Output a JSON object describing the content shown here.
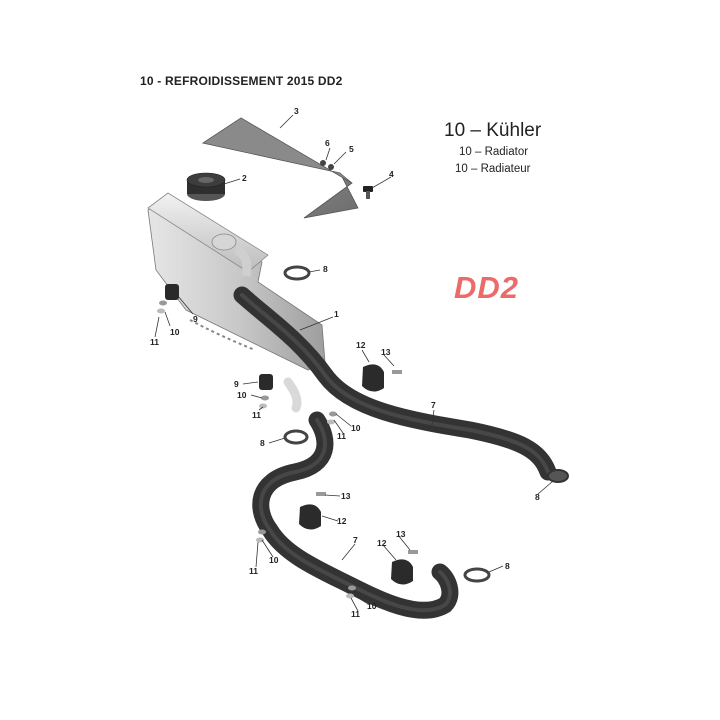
{
  "header": {
    "section_title": "10 - REFROIDISSEMENT 2015 DD2"
  },
  "title_block": {
    "title_de": "10 – Kühler",
    "title_en": "10 – Radiator",
    "title_fr": "10 – Radiateur"
  },
  "brand_mark": "DD2",
  "callouts": {
    "c1": "1",
    "c2": "2",
    "c3": "3",
    "c4": "4",
    "c5": "5",
    "c6": "6",
    "c7a": "7",
    "c7b": "7",
    "c8a": "8",
    "c8b": "8",
    "c8c": "8",
    "c8d": "8",
    "c9a": "9",
    "c9b": "9",
    "c10a": "10",
    "c10b": "10",
    "c10c": "10",
    "c10d": "10",
    "c10e": "10",
    "c11a": "11",
    "c11b": "11",
    "c11c": "11",
    "c11d": "11",
    "c11e": "11",
    "c12a": "12",
    "c12b": "12",
    "c12c": "12",
    "c13a": "13",
    "c13b": "13",
    "c13c": "13"
  },
  "colors": {
    "brand": "#ec6a6a",
    "part_fill": "#bdbdbd",
    "hose": "#3a3a3a"
  }
}
